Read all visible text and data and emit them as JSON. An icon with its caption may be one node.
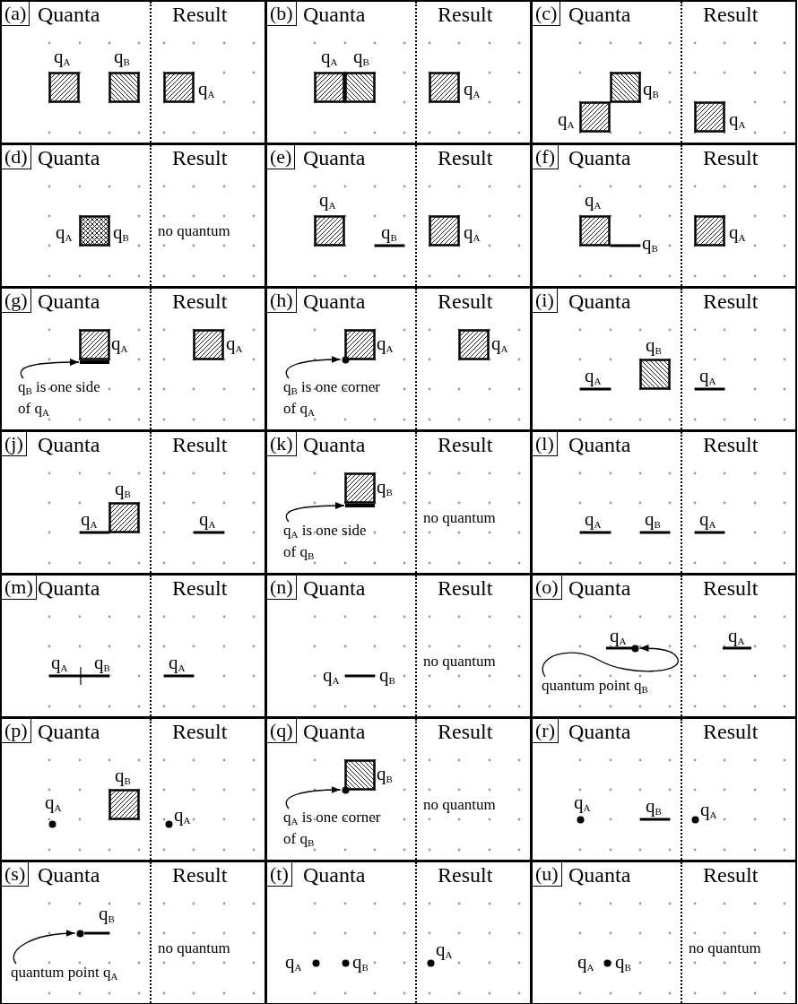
{
  "diagram": {
    "nodes": [
      {
        "text": [
          "(a)",
          "Quanta",
          "Result"
        ]
      },
      {
        "text": [],
        "shape": "box",
        "in": 0,
        "beside": [
          "q$_{A}$"
        ]
      },
      {
        "text": [],
        "shape": "box",
        "in": 0,
        "beside": [
          "q$_{B}$"
        ]
      },
      {
        "text": [],
        "shape": "box",
        "in": 0,
        "beside": [
          "q$_{A}$"
        ]
      },
      {
        "text": [
          "(b)",
          "Quanta",
          "Result"
        ]
      },
      {
        "text": [],
        "shape": "box",
        "in": 4,
        "beside": [
          "q$_{A}$"
        ]
      },
      {
        "text": [],
        "shape": "box",
        "in": 4,
        "beside": [
          "q$_{B}$"
        ]
      },
      {
        "text": [],
        "shape": "box",
        "in": 4,
        "beside": [
          "q$_{A}$"
        ]
      },
      {
        "text": [
          "(c)",
          "Quanta",
          "Result"
        ]
      },
      {
        "text": [],
        "shape": "box",
        "in": 8,
        "beside": [
          "q$_{A}$"
        ]
      },
      {
        "text": [],
        "shape": "box",
        "in": 8,
        "beside": [
          "q$_{B}$"
        ]
      },
      {
        "text": [],
        "shape": "box",
        "in": 8,
        "beside": [
          "q$_{A}$"
        ]
      },
      {
        "text": [
          "(d)",
          "Quanta",
          "Result",
          "no quantum"
        ]
      },
      {
        "text": [],
        "shape": "box",
        "in": 12,
        "beside": [
          "q$_{A}$",
          "q$_{B}$"
        ]
      },
      {
        "text": [
          "(e)",
          "Quanta",
          "Result"
        ]
      },
      {
        "text": [],
        "shape": "box",
        "in": 14,
        "beside": [
          "q$_{A}$"
        ]
      },
      {
        "text": [],
        "shape": "bar",
        "in": 14,
        "beside": [
          "q$_{B}$"
        ]
      },
      {
        "text": [],
        "shape": "box",
        "in": 14,
        "beside": [
          "q$_{A}$"
        ]
      },
      {
        "text": [
          "(f)",
          "Quanta",
          "Result"
        ]
      },
      {
        "text": [],
        "shape": "box",
        "in": 18,
        "beside": [
          "q$_{A}$"
        ]
      },
      {
        "text": [],
        "shape": "bar",
        "in": 18,
        "beside": [
          "q$_{B}$"
        ]
      },
      {
        "text": [],
        "shape": "box",
        "in": 18,
        "beside": [
          "q$_{A}$"
        ]
      },
      {
        "text": [
          "(g)",
          "Quanta",
          "Result"
        ]
      },
      {
        "text": [],
        "shape": "box",
        "in": 22,
        "beside": [
          "q$_{A}$"
        ]
      },
      {
        "text": [],
        "shape": "bar",
        "in": 22
      },
      {
        "text": [
          "q$_{B}$ is one side of q$_{A}$"
        ],
        "in": 22
      },
      {
        "text": [],
        "shape": "box",
        "in": 22,
        "beside": [
          "q$_{A}$"
        ]
      },
      {
        "text": [
          "(h)",
          "Quanta",
          "Result"
        ]
      },
      {
        "text": [],
        "shape": "box",
        "in": 27,
        "beside": [
          "q$_{A}$"
        ]
      },
      {
        "text": [],
        "shape": "circle",
        "in": 27
      },
      {
        "text": [
          "q$_{B}$ is one corner of q$_{A}$"
        ],
        "in": 27
      },
      {
        "text": [],
        "shape": "box",
        "in": 27,
        "beside": [
          "q$_{A}$"
        ]
      },
      {
        "text": [
          "(i)",
          "Quanta",
          "Result"
        ]
      },
      {
        "text": [],
        "shape": "bar",
        "in": 32,
        "beside": [
          "q$_{A}$"
        ]
      },
      {
        "text": [],
        "shape": "box",
        "in": 32,
        "beside": [
          "q$_{B}$"
        ]
      },
      {
        "text": [],
        "shape": "bar",
        "in": 32,
        "beside": [
          "q$_{A}$"
        ]
      },
      {
        "text": [
          "(j)",
          "Quanta",
          "Result"
        ]
      },
      {
        "text": [],
        "shape": "bar",
        "in": 36,
        "beside": [
          "q$_{A}$"
        ]
      },
      {
        "text": [],
        "shape": "box",
        "in": 36,
        "beside": [
          "q$_{B}$"
        ]
      },
      {
        "text": [],
        "shape": "bar",
        "in": 36,
        "beside": [
          "q$_{A}$"
        ]
      },
      {
        "text": [
          "(k)",
          "Quanta",
          "Result",
          "no quantum"
        ]
      },
      {
        "text": [],
        "shape": "box",
        "in": 40,
        "beside": [
          "q$_{B}$"
        ]
      },
      {
        "text": [],
        "shape": "bar",
        "in": 40
      },
      {
        "text": [
          "q$_{A}$ is one side of q$_{B}$"
        ],
        "in": 40
      },
      {
        "text": [
          "(l)",
          "Quanta",
          "Result"
        ]
      },
      {
        "text": [],
        "shape": "bar",
        "in": 44,
        "beside": [
          "q$_{A}$"
        ]
      },
      {
        "text": [],
        "shape": "bar",
        "in": 44,
        "beside": [
          "q$_{B}$"
        ]
      },
      {
        "text": [],
        "shape": "bar",
        "in": 44,
        "beside": [
          "q$_{A}$"
        ]
      },
      {
        "text": [
          "(m)",
          "Quanta",
          "Result"
        ]
      },
      {
        "text": [],
        "shape": "bar",
        "in": 48,
        "beside": [
          "q$_{A}$"
        ]
      },
      {
        "text": [],
        "shape": "bar",
        "in": 48,
        "beside": [
          "q$_{B}$"
        ]
      },
      {
        "text": [],
        "shape": "bar",
        "in": 48,
        "beside": [
          "q$_{A}$"
        ]
      },
      {
        "text": [
          "(n)",
          "Quanta",
          "Result",
          "no quantum"
        ]
      },
      {
        "text": [],
        "shape": "bar",
        "in": 52,
        "beside": [
          "q$_{A}$",
          "q$_{B}$"
        ]
      },
      {
        "text": [
          "(o)",
          "Quanta",
          "Result"
        ]
      },
      {
        "text": [],
        "shape": "bar",
        "in": 54,
        "beside": [
          "q$_{A}$"
        ]
      },
      {
        "text": [],
        "shape": "circle",
        "in": 54
      },
      {
        "text": [
          "quantum point q$_{B}$"
        ],
        "in": 54
      },
      {
        "text": [],
        "shape": "bar",
        "in": 54,
        "beside": [
          "q$_{A}$"
        ]
      },
      {
        "text": [
          "(p)",
          "Quanta",
          "Result"
        ]
      },
      {
        "text": [],
        "shape": "circle",
        "in": 59,
        "beside": [
          "q$_{A}$"
        ]
      },
      {
        "text": [],
        "shape": "box",
        "in": 59,
        "beside": [
          "q$_{B}$"
        ]
      },
      {
        "text": [],
        "shape": "circle",
        "in": 59,
        "beside": [
          "q$_{A}$"
        ]
      },
      {
        "text": [
          "(q)",
          "Quanta",
          "Result",
          "no quantum"
        ]
      },
      {
        "text": [],
        "shape": "box",
        "in": 63,
        "beside": [
          "q$_{B}$"
        ]
      },
      {
        "text": [],
        "shape": "circle",
        "in": 63
      },
      {
        "text": [
          "q$_{A}$ is one corner of q$_{B}$"
        ],
        "in": 63
      },
      {
        "text": [
          "(r)",
          "Quanta",
          "Result"
        ]
      },
      {
        "text": [],
        "shape": "circle",
        "in": 67,
        "beside": [
          "q$_{A}$"
        ]
      },
      {
        "text": [],
        "shape": "bar",
        "in": 67,
        "beside": [
          "q$_{B}$"
        ]
      },
      {
        "text": [],
        "shape": "circle",
        "in": 67,
        "beside": [
          "q$_{A}$"
        ]
      },
      {
        "text": [
          "(s)",
          "Quanta",
          "Result",
          "no quantum"
        ]
      },
      {
        "text": [],
        "shape": "bar",
        "in": 71,
        "beside": [
          "q$_{B}$"
        ]
      },
      {
        "text": [],
        "shape": "circle",
        "in": 71
      },
      {
        "text": [
          "quantum point q$_{A}$"
        ],
        "in": 71
      },
      {
        "text": [
          "(t)",
          "Quanta",
          "Result"
        ]
      },
      {
        "text": [],
        "shape": "circle",
        "in": 75,
        "beside": [
          "q$_{A}$"
        ]
      },
      {
        "text": [],
        "shape": "circle",
        "in": 75,
        "beside": [
          "q$_{B}$"
        ]
      },
      {
        "text": [],
        "shape": "circle",
        "in": 75,
        "beside": [
          "q$_{A}$"
        ]
      },
      {
        "text": [
          "(u)",
          "Quanta",
          "Result",
          "no quantum"
        ]
      },
      {
        "text": [],
        "shape": "circle",
        "in": 79,
        "beside": [
          "q$_{A}$",
          "q$_{B}$"
        ]
      }
    ],
    "edges": [
      {
        "from": 25,
        "to": 24,
        "arrow": "to"
      },
      {
        "from": 30,
        "to": 29,
        "arrow": "to"
      },
      {
        "from": 43,
        "to": 42,
        "arrow": "to"
      },
      {
        "from": 57,
        "to": 56,
        "arrow": "to"
      },
      {
        "from": 66,
        "to": 65,
        "arrow": "to"
      },
      {
        "from": 74,
        "to": 73,
        "arrow": "to"
      }
    ]
  }
}
